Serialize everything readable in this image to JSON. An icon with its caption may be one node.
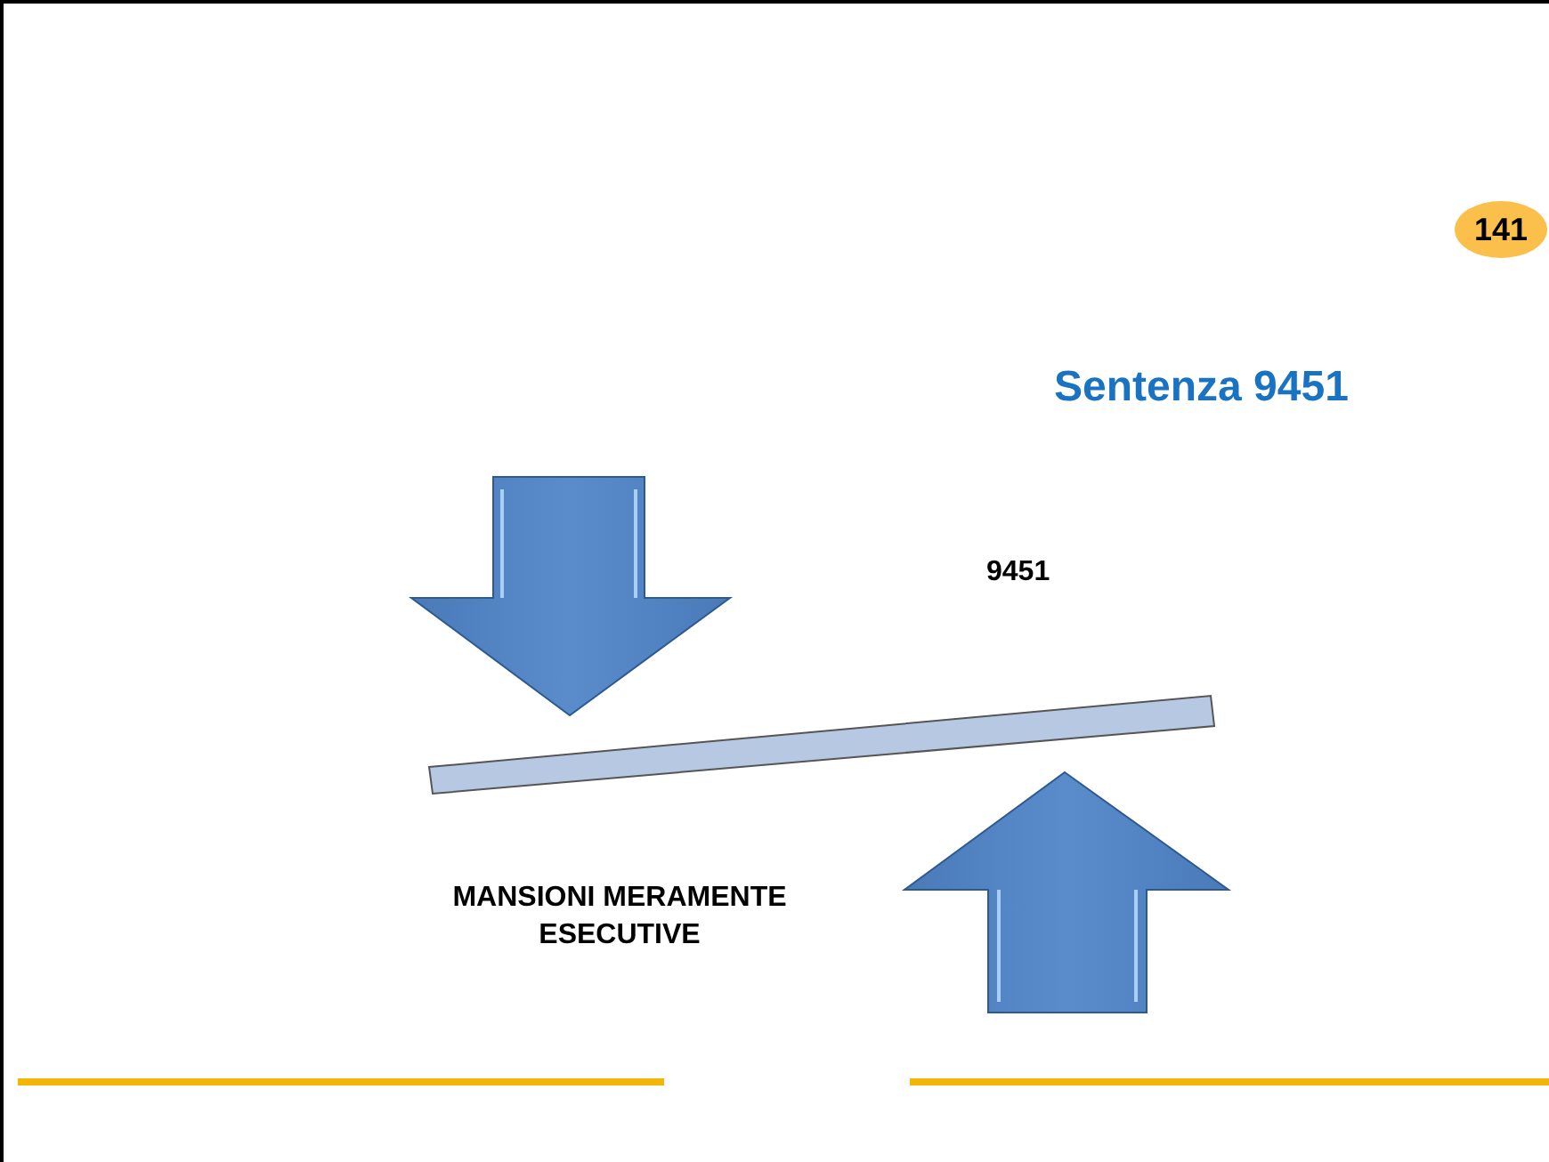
{
  "diagram": {
    "title": "Sentenza 9451",
    "nodes": [
      {
        "text": [
          "141"
        ]
      }
    ],
    "labels": [
      "9451",
      "MANSIONI MERAMENTE ESECUTIVE"
    ]
  }
}
